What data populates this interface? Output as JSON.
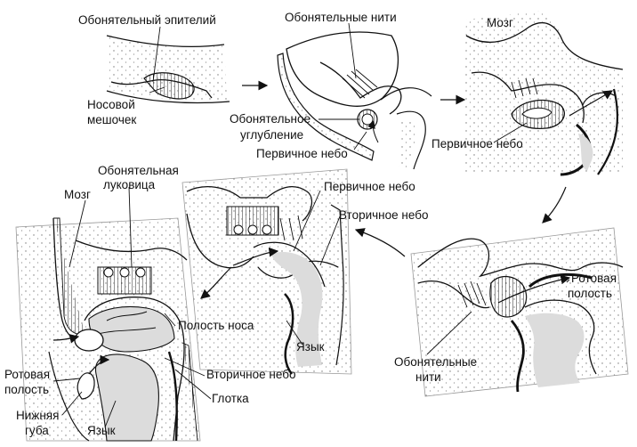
{
  "labels": {
    "olf_epithelium": "Обонятельный эпителий",
    "nasal_sac": [
      "Носовой",
      "мешочек"
    ],
    "olf_threads_top": "Обонятельные нити",
    "olf_pit": [
      "Обонятельное",
      "углубление"
    ],
    "primary_palate_1": "Первичное небо",
    "brain_top": "Мозг",
    "primary_palate_2": "Первичное небо",
    "olf_bulb": [
      "Обонятельная",
      "луковица"
    ],
    "brain_bottom": "Мозг",
    "primary_palate_3": "Первичное небо",
    "secondary_palate_1": "Вторичное небо",
    "oral_cavity_right": [
      "Ротовая",
      "полость"
    ],
    "nasal_cavity": "Полость носа",
    "tongue_middle": "Язык",
    "secondary_palate_2": "Вторичное небо",
    "pharynx": "Глотка",
    "oral_cavity_left": [
      "Ротовая",
      "полость"
    ],
    "lower_lip": [
      "Нижняя",
      "губа"
    ],
    "tongue_bottom": "Язык",
    "olf_threads_bottom": [
      "Обонятельные",
      "нити"
    ]
  },
  "colors": {
    "ink": "#111111",
    "tissue": "#dcdcdc",
    "cavity": "#ffffff",
    "paper": "#ffffff"
  }
}
